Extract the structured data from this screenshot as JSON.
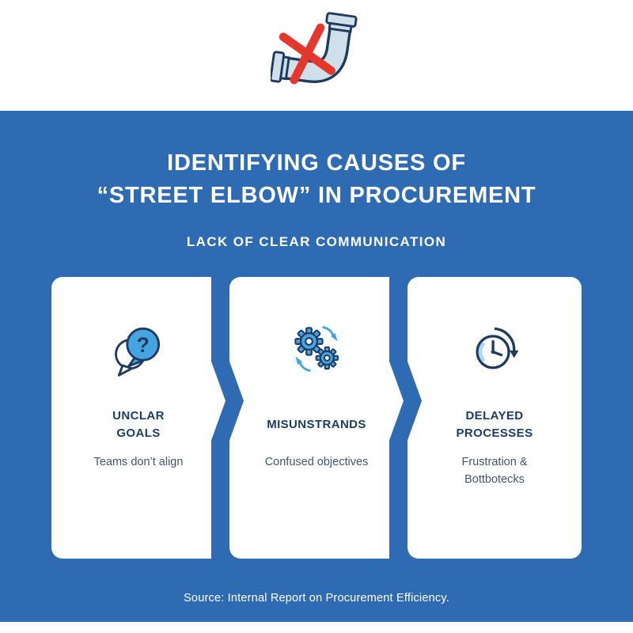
{
  "header": {
    "icon": "broken-street-elbow-pipe-icon"
  },
  "title": {
    "line1": "IDENTIFYING CAUSES OF",
    "line2": "“STREET ELBOW” IN PROCUREMENT"
  },
  "subtitle": "LACK OF CLEAR COMMUNICATION",
  "cards": [
    {
      "icon": "question-speech-bubble-icon",
      "heading": "UNCLAR GOALS",
      "body": "Teams don’t align"
    },
    {
      "icon": "gears-sync-icon",
      "heading": "MISUNSTRANDS",
      "body": "Confused objectives"
    },
    {
      "icon": "clock-delay-icon",
      "heading": "DELAYED PROCESSES",
      "body": "Frustration & Bottbotecks"
    }
  ],
  "footer": {
    "source": "Source: Internal Report on Procurement Efficiency."
  },
  "colors": {
    "background_blue": "#2e6bb3",
    "card_white": "#ffffff",
    "heading_navy": "#1c3e63",
    "body_gray": "#44566b",
    "icon_blue": "#45a5e0",
    "icon_light_blue": "#a8d8f2",
    "outline_navy": "#1f3a5f",
    "pipe_steel": "#cfe0eb",
    "cross_red": "#e5382c"
  }
}
